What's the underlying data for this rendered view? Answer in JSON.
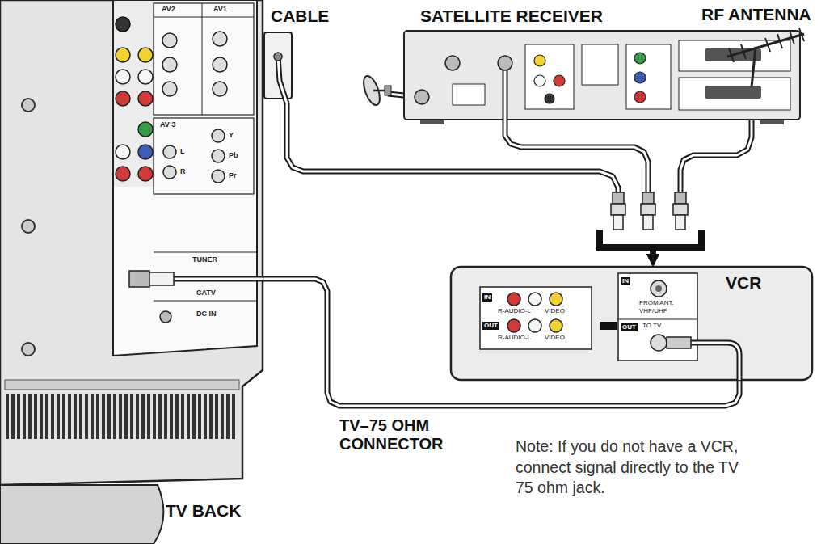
{
  "diagram": {
    "nodes": [
      {
        "text": [
          "CABLE"
        ]
      },
      {
        "text": [
          "SATELLITE RECEIVER"
        ]
      },
      {
        "text": [
          "RF ANTENNA"
        ]
      },
      {
        "text": [
          "VCR"
        ]
      },
      {
        "text": [
          "TV BACK"
        ]
      }
    ],
    "edges": [
      {
        "from": 0,
        "to": 3,
        "arrow": "to"
      },
      {
        "from": 1,
        "to": 3,
        "arrow": "to"
      },
      {
        "from": 2,
        "to": 3,
        "arrow": "to"
      },
      {
        "from": 3,
        "to": 4,
        "arrow": "none"
      }
    ],
    "labels": [
      "TV–75 OHM CONNECTOR",
      "Note: If you do not have a VCR, connect signal directly to the TV 75 ohm jack.",
      "AV2",
      "AV1",
      "AV 3",
      "Y",
      "Pb",
      "Pr",
      "L",
      "R",
      "TUNER",
      "CATV",
      "DC IN",
      "IN",
      "OUT",
      "R-AUDIO-L",
      "VIDEO",
      "R-AUDIO-L",
      "VIDEO",
      "IN",
      "OUT",
      "FROM ANT.",
      "VHF/UHF",
      "TO TV"
    ]
  }
}
